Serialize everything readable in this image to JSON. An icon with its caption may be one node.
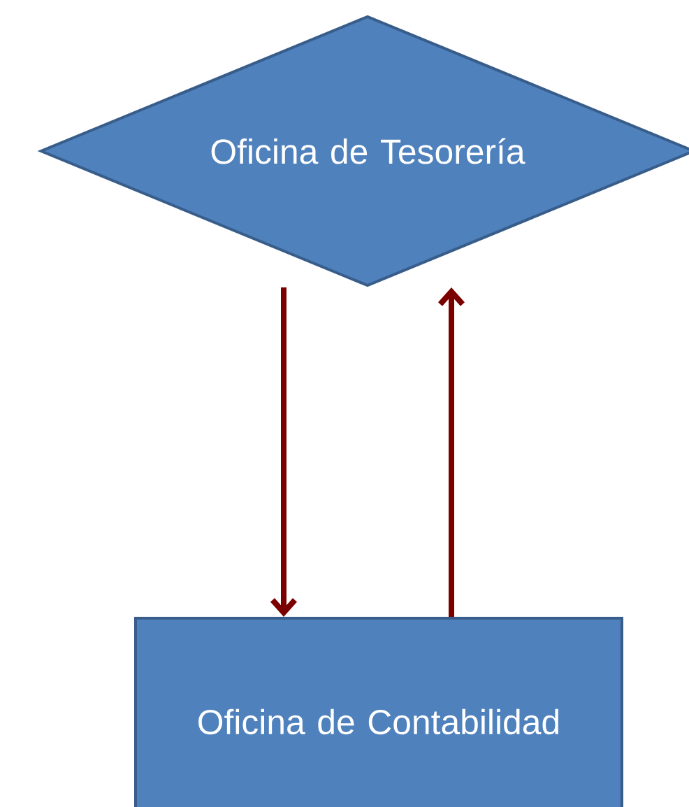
{
  "diagram": {
    "nodes": [
      {
        "text": [
          "Oficina de Tesorería"
        ]
      },
      {
        "text": [
          "Oficina de Contabilidad"
        ]
      }
    ],
    "edges": [
      {
        "from": 0,
        "to": 1,
        "arrow": "to"
      },
      {
        "from": 1,
        "to": 0,
        "arrow": "to"
      }
    ]
  }
}
